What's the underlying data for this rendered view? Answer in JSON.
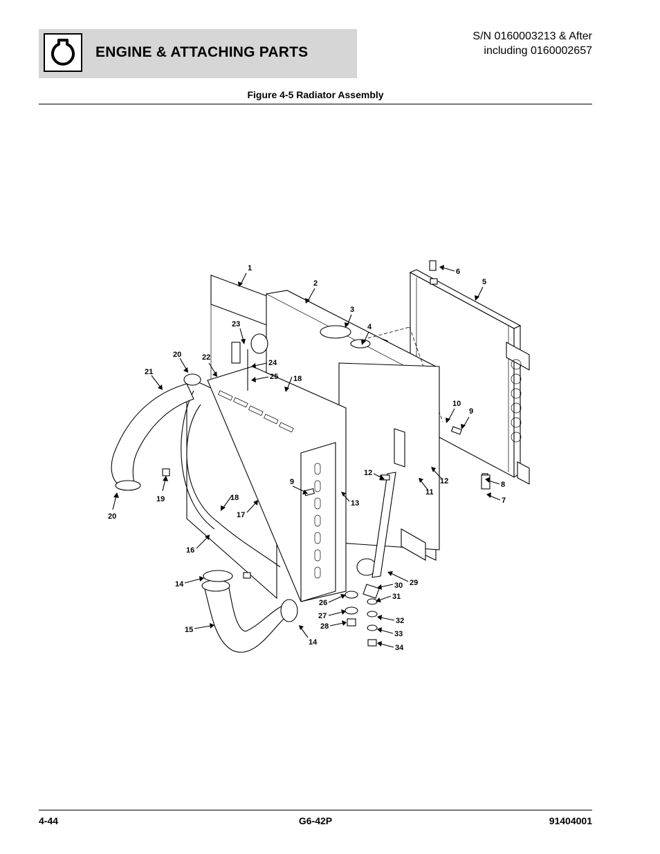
{
  "header": {
    "section_title": "ENGINE & ATTACHING PARTS",
    "serial_line1": "S/N 0160003213 & After",
    "serial_line2": "including 0160002657",
    "icon": "engine-outline-icon"
  },
  "figure": {
    "title": "Figure 4-5 Radiator Assembly",
    "callouts": [
      "1",
      "2",
      "3",
      "4",
      "5",
      "6",
      "7",
      "8",
      "9",
      "9",
      "10",
      "11",
      "12",
      "12",
      "13",
      "14",
      "14",
      "15",
      "16",
      "17",
      "18",
      "18",
      "19",
      "20",
      "20",
      "21",
      "22",
      "23",
      "24",
      "25",
      "26",
      "27",
      "28",
      "29",
      "30",
      "31",
      "32",
      "33",
      "34"
    ]
  },
  "footer": {
    "page": "4-44",
    "model": "G6-42P",
    "doc_number": "91404001"
  }
}
